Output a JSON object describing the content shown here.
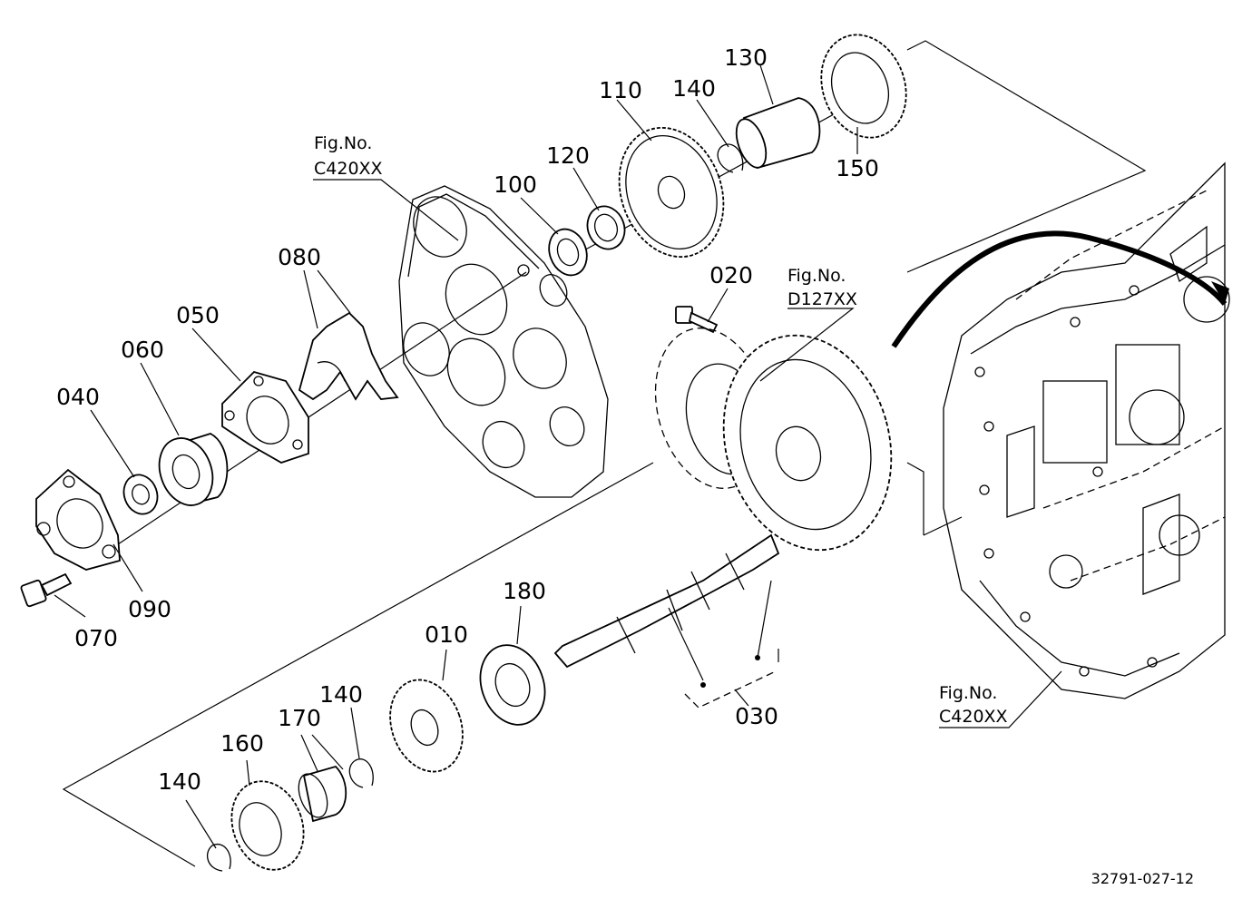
{
  "diagram": {
    "drawing_number": "32791-027-12",
    "figure_refs": [
      {
        "fig_label": "Fig.No.",
        "ref": "C420XX"
      },
      {
        "fig_label": "Fig.No.",
        "ref": "D127XX"
      },
      {
        "fig_label": "Fig.No.",
        "ref": "C420XX"
      }
    ],
    "part_numbers": [
      "150",
      "130",
      "110",
      "140",
      "120",
      "100",
      "020",
      "080",
      "050",
      "060",
      "040",
      "090",
      "070",
      "180",
      "010",
      "030",
      "140",
      "170",
      "160",
      "140"
    ]
  }
}
